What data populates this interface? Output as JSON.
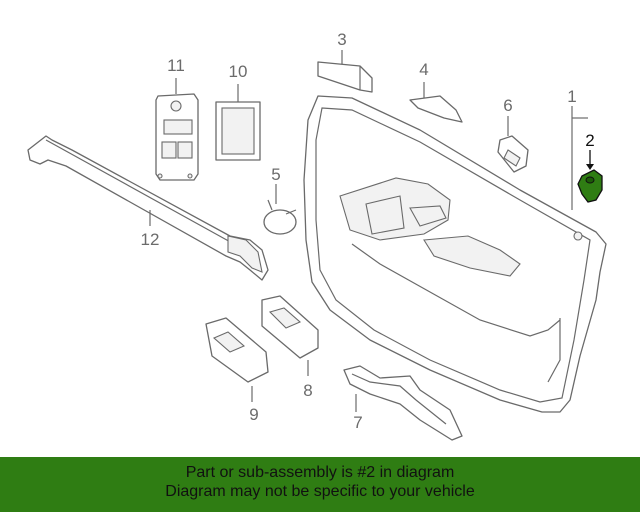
{
  "callouts": [
    {
      "id": "1",
      "text": "1"
    },
    {
      "id": "2",
      "text": "2"
    },
    {
      "id": "3",
      "text": "3"
    },
    {
      "id": "4",
      "text": "4"
    },
    {
      "id": "5",
      "text": "5"
    },
    {
      "id": "6",
      "text": "6"
    },
    {
      "id": "7",
      "text": "7"
    },
    {
      "id": "8",
      "text": "8"
    },
    {
      "id": "9",
      "text": "9"
    },
    {
      "id": "10",
      "text": "10"
    },
    {
      "id": "11",
      "text": "11"
    },
    {
      "id": "12",
      "text": "12"
    }
  ],
  "highlight_color": "#2f7d13",
  "banner": {
    "line1": "Part or sub-assembly is #2 in diagram",
    "line2": "Diagram may not be specific to your vehicle",
    "color": "#2f7d13"
  }
}
